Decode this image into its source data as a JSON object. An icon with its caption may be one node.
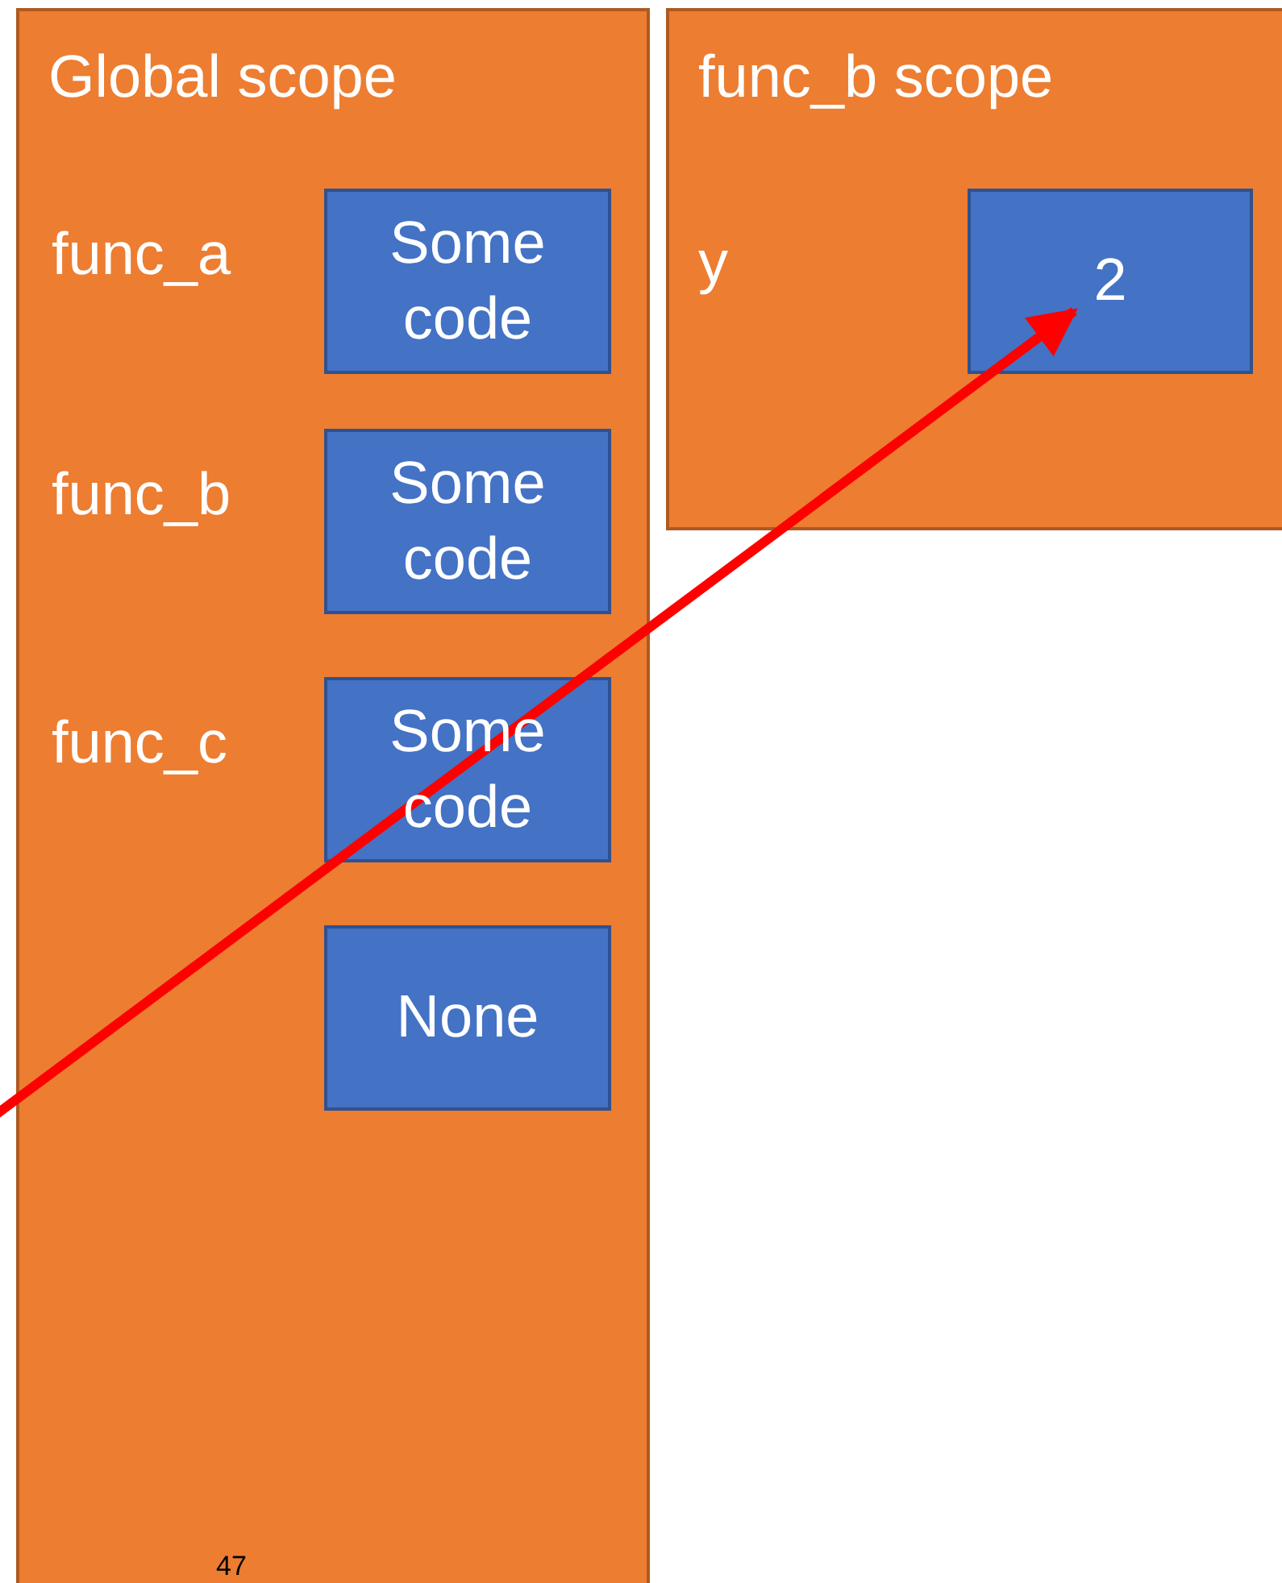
{
  "diagram": {
    "nodes": [
      {
        "text": [
          "Global scope"
        ]
      },
      {
        "text": [
          "Some code"
        ],
        "in": 0,
        "beside": [
          "func_a"
        ]
      },
      {
        "text": [
          "Some code"
        ],
        "in": 0,
        "beside": [
          "func_b"
        ]
      },
      {
        "text": [
          "Some code"
        ],
        "in": 0,
        "beside": [
          "func_c"
        ]
      },
      {
        "text": [
          "None"
        ],
        "in": 0
      },
      {
        "text": [
          "func_b scope"
        ]
      },
      {
        "text": [
          "2"
        ],
        "in": 5
      }
    ],
    "edges": [
      {
        "from": null,
        "to": 6,
        "arrow": "to"
      }
    ],
    "labels": [
      "y",
      "47"
    ]
  }
}
